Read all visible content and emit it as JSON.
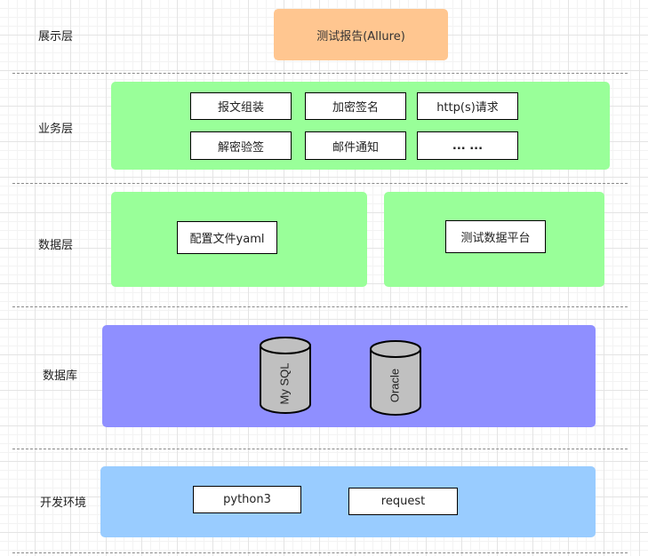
{
  "layers": {
    "presentation": {
      "label": "展示层",
      "report": "测试报告(Allure)"
    },
    "business": {
      "label": "业务层",
      "items": [
        "报文组装",
        "加密签名",
        "http(s)请求",
        "解密验签",
        "邮件通知",
        "... ..."
      ]
    },
    "data": {
      "label": "数据层",
      "config": "配置文件yaml",
      "platform": "测试数据平台"
    },
    "database": {
      "label": "数据库",
      "dbs": [
        "My SQL",
        "Oracle"
      ]
    },
    "dev_env": {
      "label": "开发环境",
      "items": [
        "python3",
        "request"
      ]
    }
  },
  "colors": {
    "presentation": "#ffc690",
    "business": "#99ff99",
    "data": "#99ff99",
    "database": "#8f8fff",
    "dev_env": "#99ccff",
    "cylinder": "#c0c0c0"
  }
}
